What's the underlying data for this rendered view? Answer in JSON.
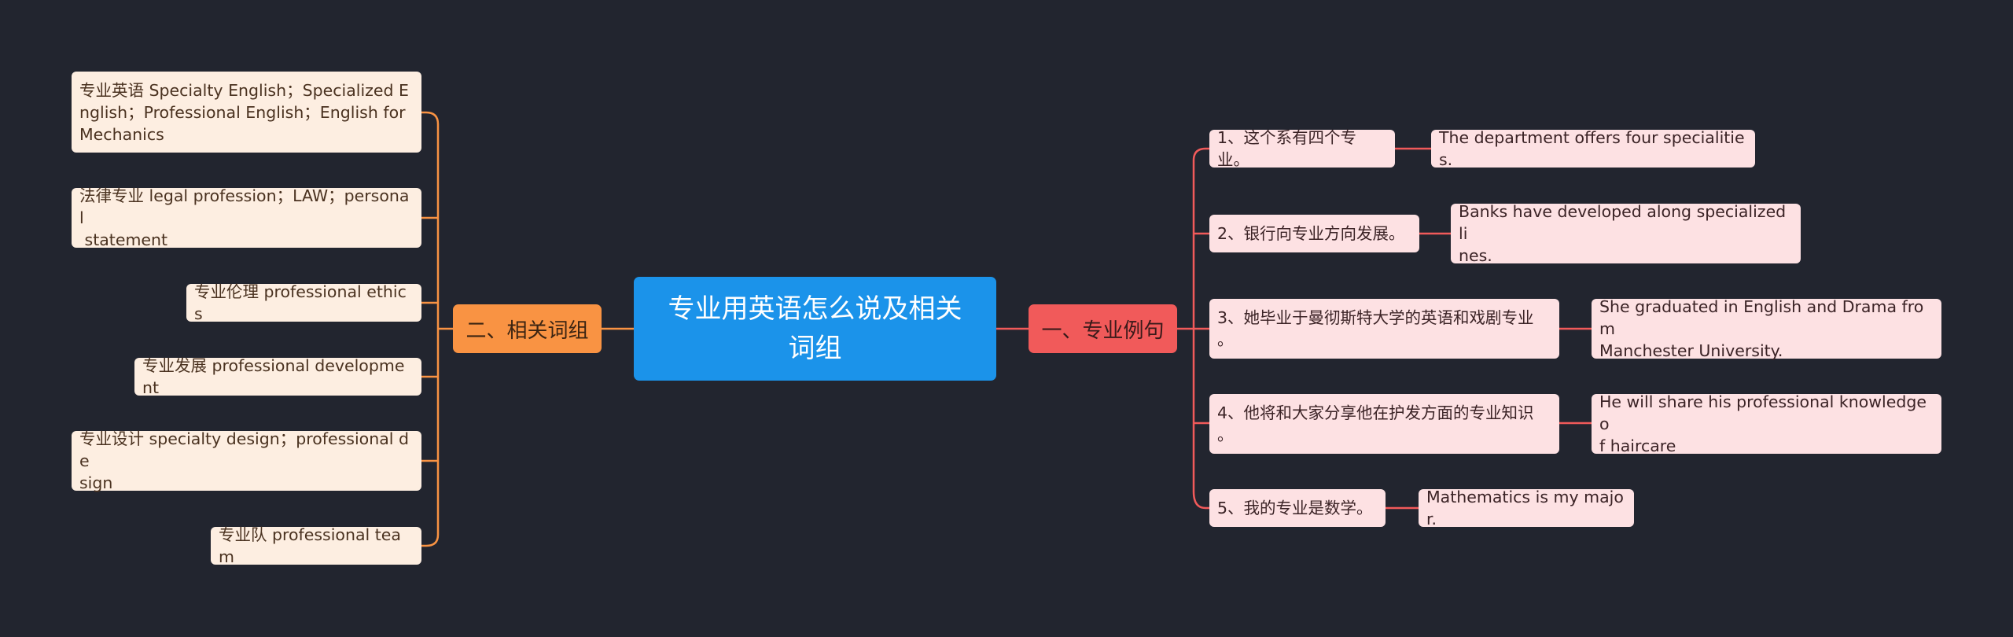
{
  "colors": {
    "background": "#22252f",
    "root": "#1b93ea",
    "right_branch": "#f15a5a",
    "left_branch": "#f99343",
    "right_leaf": "#fde1e3",
    "left_leaf": "#fdeee1"
  },
  "root": {
    "title": "专业用英语怎么说及相关\n词组"
  },
  "right": {
    "label": "一、专业例句",
    "sentences": [
      {
        "zh": "1、这个系有四个专业。",
        "en": "The department offers four specialities."
      },
      {
        "zh": "2、银行向专业方向发展。",
        "en": "Banks have developed along specialized li\nnes."
      },
      {
        "zh": "3、她毕业于曼彻斯特大学的英语和戏剧专业\n。",
        "en": "She graduated in English and Drama from\nManchester University."
      },
      {
        "zh": "4、他将和大家分享他在护发方面的专业知识\n。",
        "en": "He will share his professional knowledge o\nf haircare"
      },
      {
        "zh": "5、我的专业是数学。",
        "en": "Mathematics is my major."
      }
    ]
  },
  "left": {
    "label": "二、相关词组",
    "phrases": [
      "专业英语 Specialty English；Specialized E\nnglish；Professional English；English for\nMechanics",
      "法律专业 legal profession；LAW；personal\n statement",
      "专业伦理 professional ethics",
      "专业发展 professional development",
      "专业设计 specialty design；professional de\nsign",
      "专业队 professional team"
    ]
  }
}
